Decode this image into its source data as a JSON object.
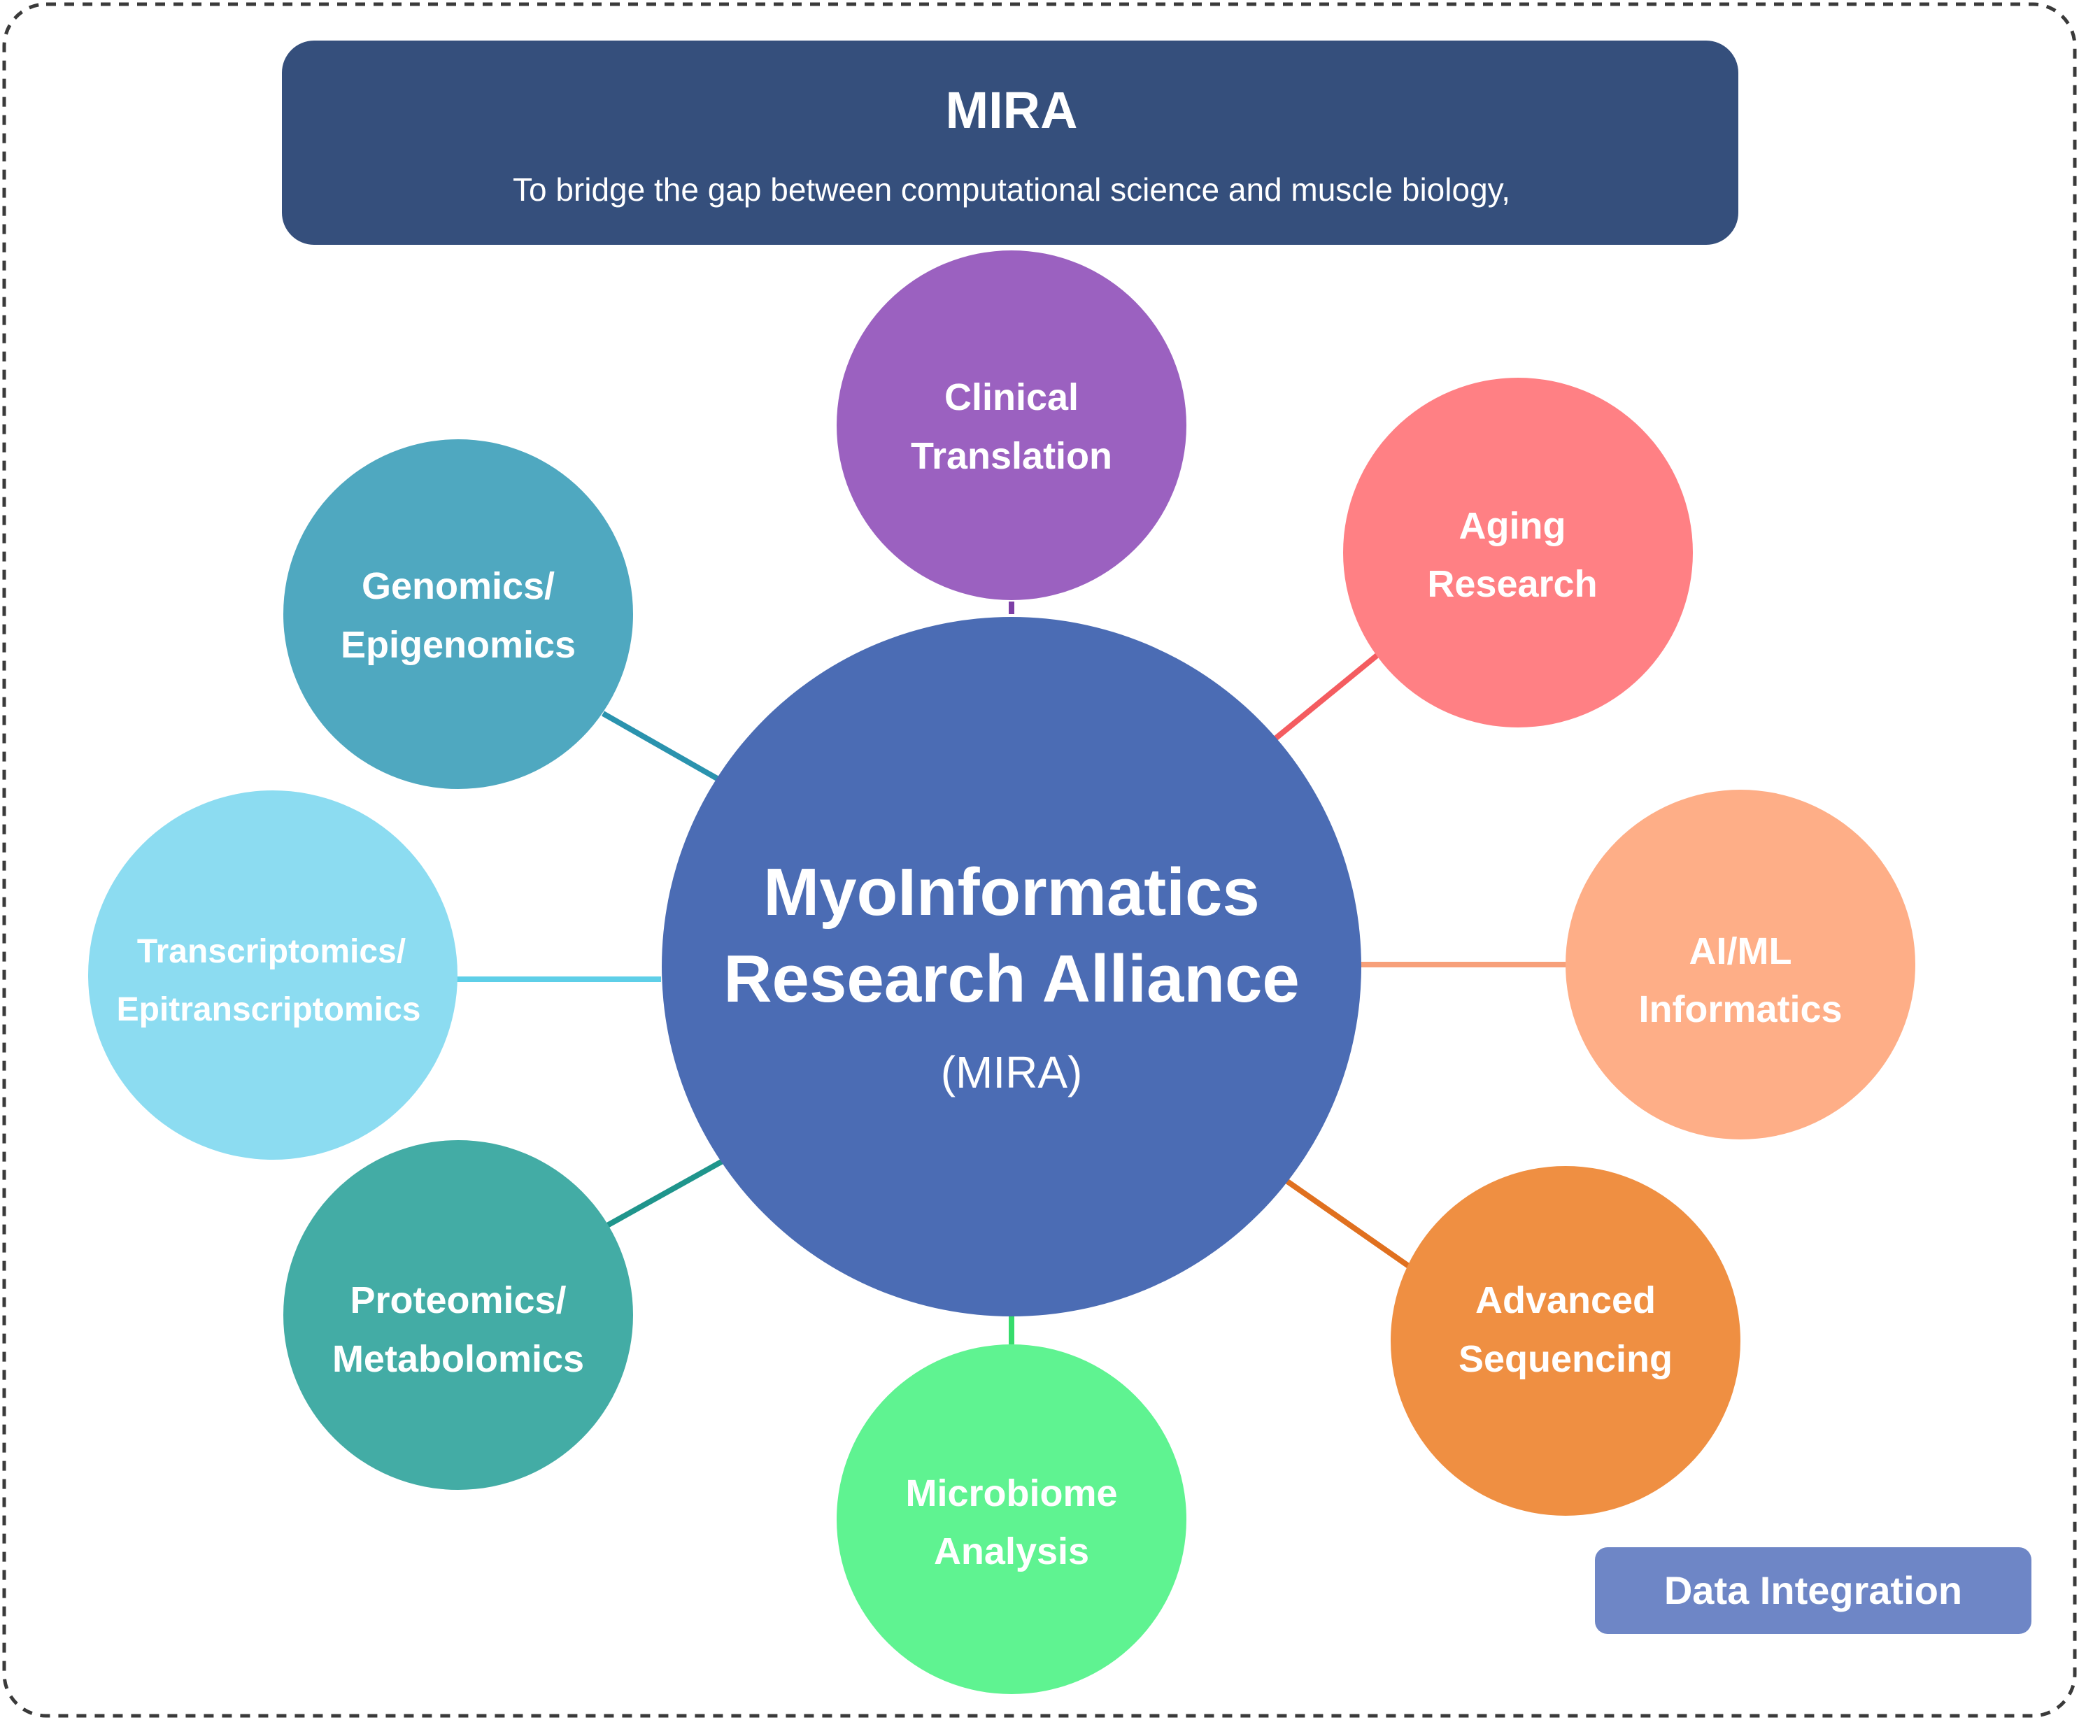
{
  "banner": {
    "title": "MIRA",
    "subtitle": "To bridge the gap between computational science and muscle biology,",
    "color": "#354f7c"
  },
  "hub": {
    "line1": "MyoInformatics",
    "line2": "Research Alliance",
    "line3": "(MIRA)",
    "color": "#4b6cb4"
  },
  "nodes": [
    {
      "id": "clinical-translation",
      "lines": [
        "Clinical",
        "Translation"
      ],
      "color": "#9b61c0",
      "connector_color": "#7d3fa6"
    },
    {
      "id": "aging-research",
      "lines": [
        "Aging",
        "Research"
      ],
      "color": "#ff8084",
      "connector_color": "#f45c60"
    },
    {
      "id": "ai-ml-informatics",
      "lines": [
        "AI/ML",
        "Informatics"
      ],
      "color": "#feae87",
      "connector_color": "#f7a07a"
    },
    {
      "id": "advanced-sequencing",
      "lines": [
        "Advanced",
        "Sequencing"
      ],
      "color": "#ef8f42",
      "connector_color": "#e0701f"
    },
    {
      "id": "microbiome-analysis",
      "lines": [
        "Microbiome",
        "Analysis"
      ],
      "color": "#5ff391",
      "connector_color": "#36dc6c"
    },
    {
      "id": "proteomics-metabolomics",
      "lines": [
        "Proteomics/",
        "Metabolomics"
      ],
      "color": "#43aca5",
      "connector_color": "#1f958c"
    },
    {
      "id": "transcriptomics-epitranscriptomics",
      "lines": [
        "Transcriptomics/",
        "Epitranscriptomics"
      ],
      "color": "#8cdcf1",
      "connector_color": "#5ecfe8"
    },
    {
      "id": "genomics-epigenomics",
      "lines": [
        "Genomics/",
        "Epigenomics"
      ],
      "color": "#4fa8c0",
      "connector_color": "#2a93ae"
    }
  ],
  "tag": {
    "label": "Data Integration",
    "color": "#6e86c6"
  }
}
